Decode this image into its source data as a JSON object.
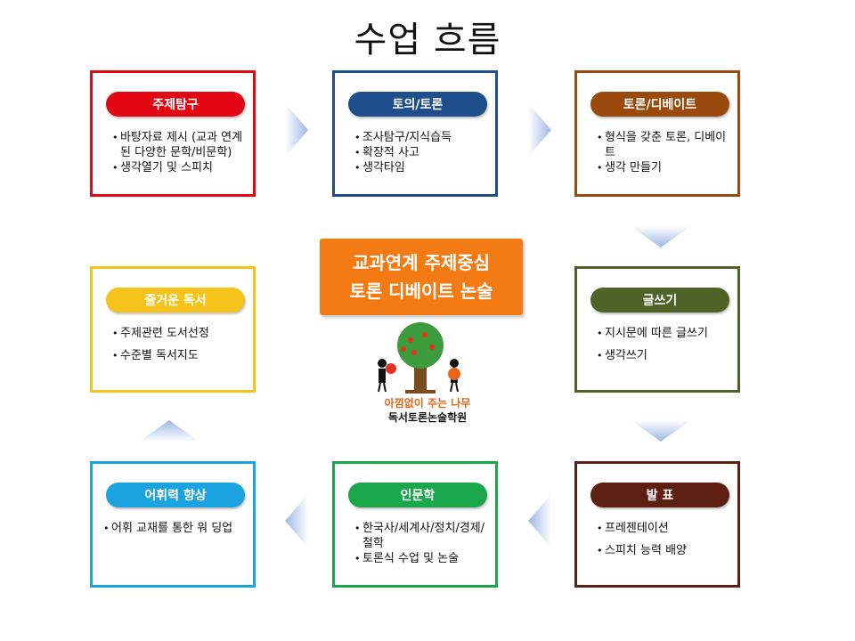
{
  "title": "수업 흐름",
  "colors": {
    "red": "#e30613",
    "navy": "#1f4e8c",
    "brown": "#9a4a0c",
    "olive": "#4f6228",
    "yellow": "#f6c31b",
    "sky": "#1aa3de",
    "green": "#1aa64a",
    "maroon": "#5c1f12",
    "arrow": "#c5d3ee",
    "orange": "#f47a13"
  },
  "cards": {
    "topic": {
      "label": "주제탐구",
      "items": [
        "바탕자료 제시 (교과 연계된 다양한 문학/비문학)",
        "생각열기 및 스피치"
      ]
    },
    "discussion": {
      "label": "토의/토론",
      "items": [
        "조사탐구/지식습득",
        "확장적 사고",
        "생각타임"
      ]
    },
    "debate": {
      "label": "토론/디베이트",
      "items": [
        "형식을 갖춘 토론, 디베이트",
        "생각 만들기"
      ]
    },
    "reading": {
      "label": "즐거운 독서",
      "items": [
        "주제관련 도서선정",
        "수준별 독서지도"
      ]
    },
    "writing": {
      "label": "글쓰기",
      "items": [
        "지시문에 따른 글쓰기",
        "생각쓰기"
      ]
    },
    "vocab": {
      "label": "어휘력 향상",
      "items": [
        "어휘 교재를 통한 워 딩업"
      ]
    },
    "humanities": {
      "label": "인문학",
      "items": [
        "한국사/세계사/정치/경제/철학",
        "토론식 수업 및 논술"
      ]
    },
    "presentation": {
      "label": "발 표",
      "items": [
        "프레젠테이션",
        "스피치 능력 배양"
      ]
    }
  },
  "center": {
    "line1": "교과연계 주제중심",
    "line2": "토론 디베이트 논술",
    "logo_tagline": "아낌없이 주는 나무",
    "logo_name": "독서토론논술학원"
  }
}
